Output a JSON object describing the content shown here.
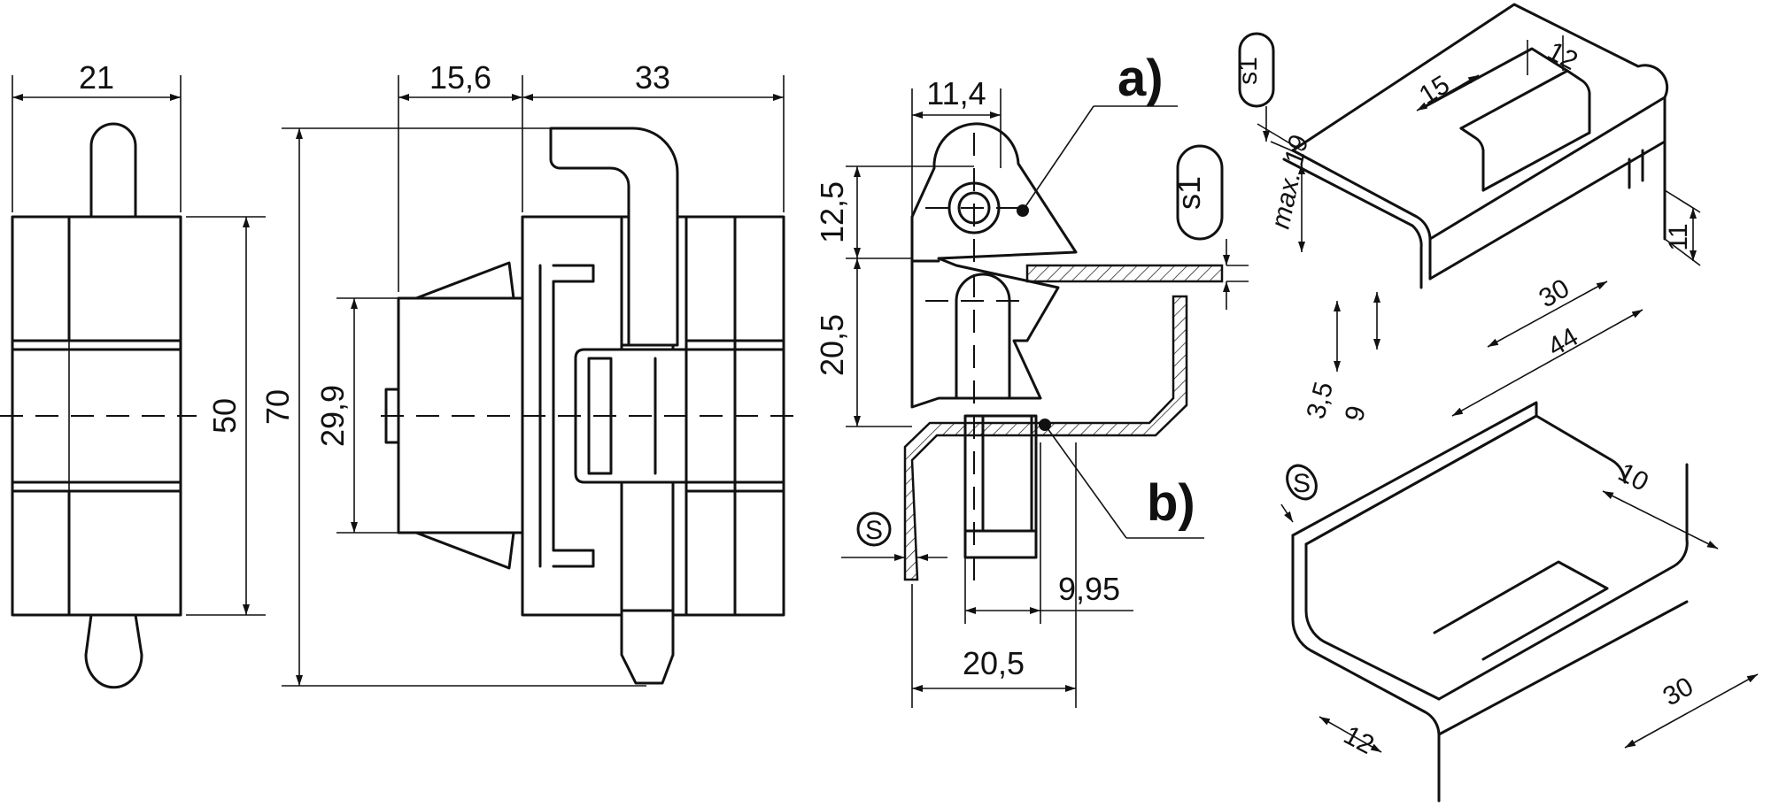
{
  "front_view": {
    "width": "21",
    "height": "50"
  },
  "side_view": {
    "depth_left": "15,6",
    "depth_right": "33",
    "overall_height": "70",
    "body_height": "29,9"
  },
  "section_view": {
    "top_width": "11,4",
    "upper_height": "12,5",
    "lower_height": "20,5",
    "label_a": "a)",
    "label_b": "b)",
    "sheet_symbol": "s1",
    "s_symbol": "S",
    "offset": "9,95",
    "bottom_width": "20,5"
  },
  "cutout_a": {
    "thickness": "s1",
    "max_depth": "max. 19",
    "w12": "12",
    "w15": "15",
    "h11": "11",
    "l30": "30",
    "l44": "44",
    "d9": "9",
    "d35": "3,5"
  },
  "cutout_b": {
    "thickness": "S",
    "w10": "10",
    "w12": "12",
    "l30": "30"
  }
}
